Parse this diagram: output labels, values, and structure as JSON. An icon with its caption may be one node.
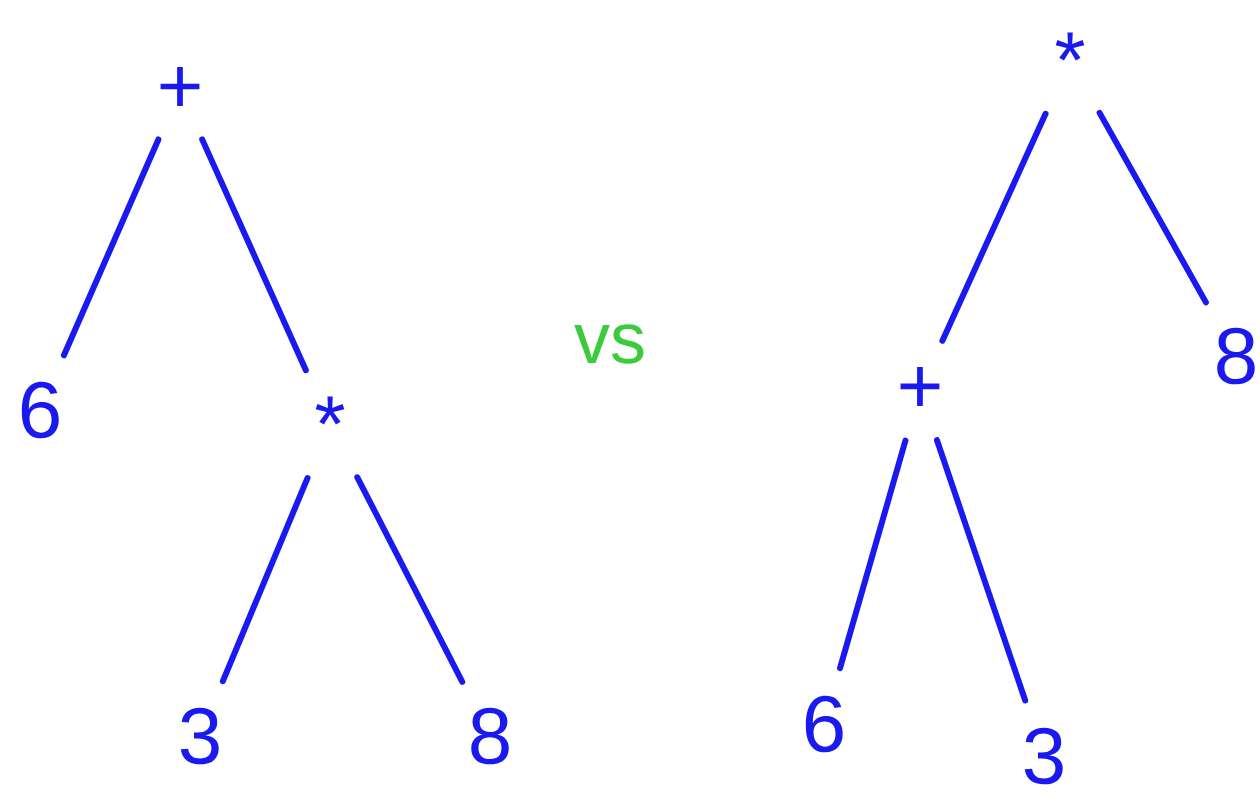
{
  "diagram": {
    "nodes": [
      {
        "text": [
          "+"
        ]
      },
      {
        "text": [
          "6"
        ]
      },
      {
        "text": [
          "*"
        ]
      },
      {
        "text": [
          "3"
        ]
      },
      {
        "text": [
          "8"
        ]
      },
      {
        "text": [
          "*"
        ]
      },
      {
        "text": [
          "+"
        ]
      },
      {
        "text": [
          "8"
        ]
      },
      {
        "text": [
          "6"
        ]
      },
      {
        "text": [
          "3"
        ]
      }
    ],
    "edges": [
      {
        "from": 0,
        "to": 1,
        "arrow": "none"
      },
      {
        "from": 0,
        "to": 2,
        "arrow": "none"
      },
      {
        "from": 2,
        "to": 3,
        "arrow": "none"
      },
      {
        "from": 2,
        "to": 4,
        "arrow": "none"
      },
      {
        "from": 5,
        "to": 6,
        "arrow": "none"
      },
      {
        "from": 5,
        "to": 7,
        "arrow": "none"
      },
      {
        "from": 6,
        "to": 8,
        "arrow": "none"
      },
      {
        "from": 6,
        "to": 9,
        "arrow": "none"
      }
    ],
    "labels": [
      "vs"
    ]
  }
}
